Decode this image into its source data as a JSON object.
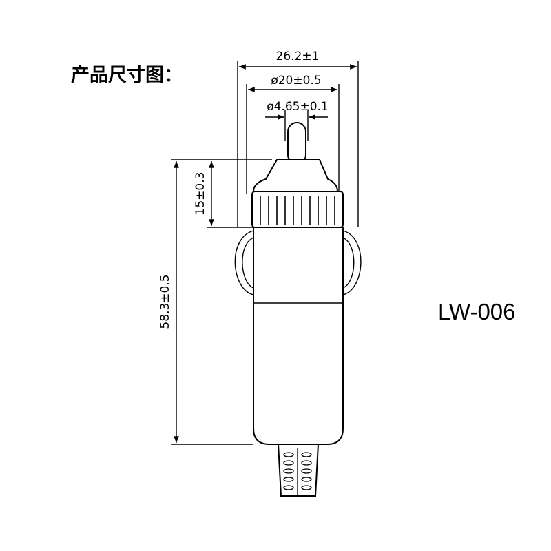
{
  "title": "产品尺寸图：",
  "model": "LW-006",
  "dimensions": {
    "overall_width": "26.2±1",
    "body_diameter": "ø20±0.5",
    "pin_diameter": "ø4.65±0.1",
    "tip_height": "15±0.3",
    "total_length": "58.3±0.5"
  }
}
